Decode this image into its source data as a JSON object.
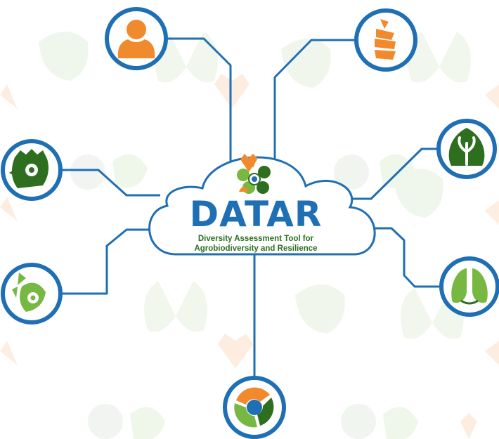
{
  "diagram": {
    "title": "DATAR",
    "subtitle_line1": "Diversity Assessment Tool for",
    "subtitle_line2": "Agrobiodiversity and Resilience",
    "colors": {
      "connector": "#1f6fb4",
      "orange": "#f08a2c",
      "dark_green": "#2d6e1f",
      "light_green": "#77b842",
      "faint_green": "#e7f1e0",
      "faint_orange": "#fde4cf"
    },
    "nodes": [
      {
        "id": "person",
        "icon": "person-icon"
      },
      {
        "id": "grain",
        "icon": "grain-stack-icon"
      },
      {
        "id": "leaf",
        "icon": "leaf-icon"
      },
      {
        "id": "chicken",
        "icon": "chicken-icon"
      },
      {
        "id": "fish",
        "icon": "fish-icon"
      },
      {
        "id": "lungs",
        "icon": "lungs-icon"
      },
      {
        "id": "cycle",
        "icon": "cycle-icon"
      }
    ]
  }
}
